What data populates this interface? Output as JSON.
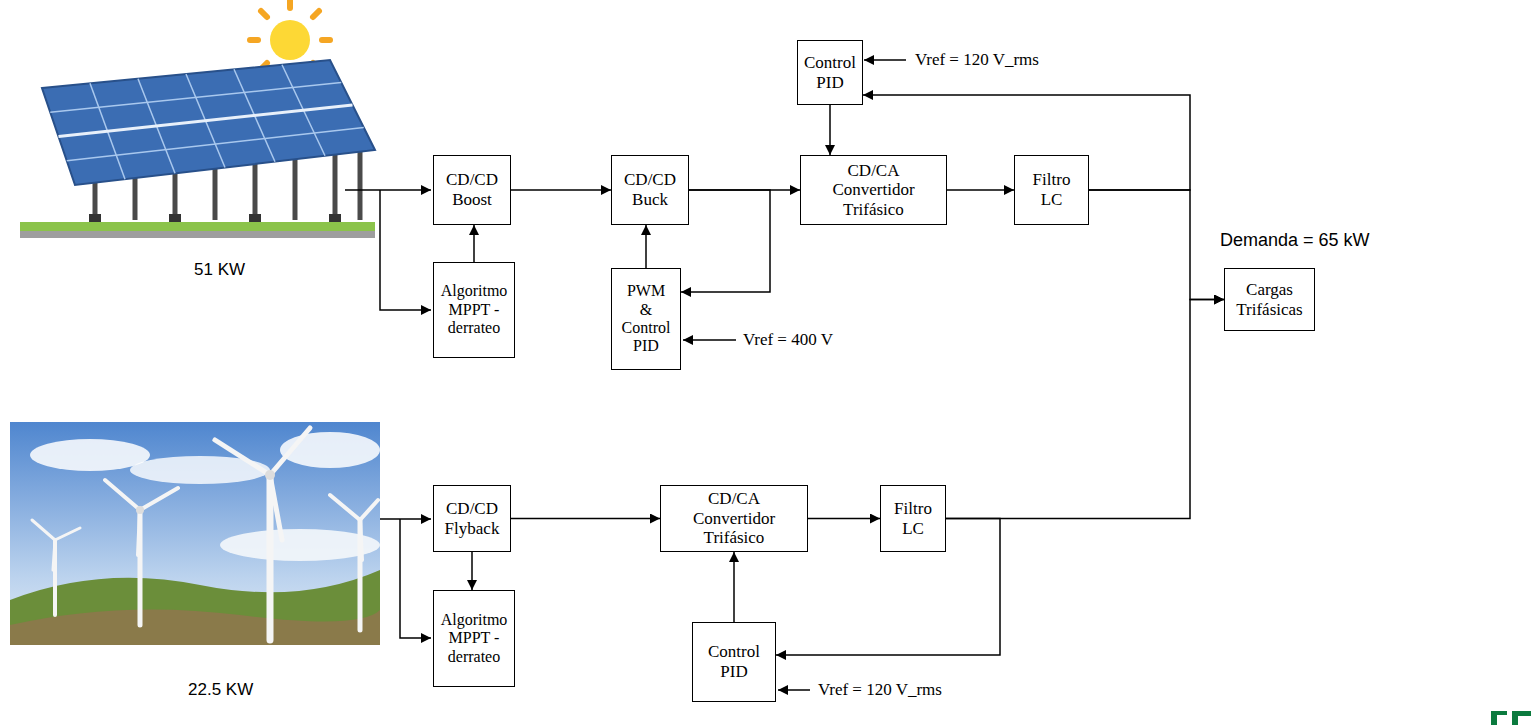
{
  "diagram": {
    "nodes": [
      {
        "text": [
          "Control PID"
        ]
      },
      {
        "text": [
          "CD/CD Boost"
        ]
      },
      {
        "text": [
          "CD/CD Buck"
        ]
      },
      {
        "text": [
          "CD/CA Convertidor Trifásico"
        ]
      },
      {
        "text": [
          "Filtro LC"
        ]
      },
      {
        "text": [
          "Algoritmo MPPT - derrateo"
        ]
      },
      {
        "text": [
          "PWM & Control PID"
        ]
      },
      {
        "text": [
          "Cargas Trifásicas"
        ]
      },
      {
        "text": [
          "CD/CD Flyback"
        ]
      },
      {
        "text": [
          "CD/CA Convertidor Trifásico"
        ]
      },
      {
        "text": [
          "Filtro LC"
        ]
      },
      {
        "text": [
          "Algoritmo MPPT - derrateo"
        ]
      },
      {
        "text": [
          "Control PID"
        ]
      }
    ],
    "edges": [
      {
        "from": 5,
        "to": 1,
        "arrow": "to"
      },
      {
        "from": 1,
        "to": 2,
        "arrow": "to"
      },
      {
        "from": 2,
        "to": 3,
        "arrow": "to"
      },
      {
        "from": 2,
        "to": 6,
        "arrow": "to"
      },
      {
        "from": 6,
        "to": 2,
        "arrow": "to"
      },
      {
        "from": 0,
        "to": 3,
        "arrow": "to"
      },
      {
        "from": 3,
        "to": 4,
        "arrow": "to"
      },
      {
        "from": 4,
        "to": 7,
        "arrow": "to"
      },
      {
        "from": 4,
        "to": 0,
        "arrow": "to"
      },
      {
        "from": 8,
        "to": 9,
        "arrow": "to"
      },
      {
        "from": 8,
        "to": 11,
        "arrow": "to"
      },
      {
        "from": 9,
        "to": 10,
        "arrow": "to"
      },
      {
        "from": 10,
        "to": 7,
        "arrow": "to"
      },
      {
        "from": 10,
        "to": 12,
        "arrow": "to"
      },
      {
        "from": 12,
        "to": 9,
        "arrow": "to"
      }
    ],
    "labels": [
      "Vref = 120 V_rms",
      "51 KW",
      "Vref = 400 V",
      "Demanda = 65 kW",
      "22.5 KW",
      "Vref = 120 V_rms"
    ]
  }
}
